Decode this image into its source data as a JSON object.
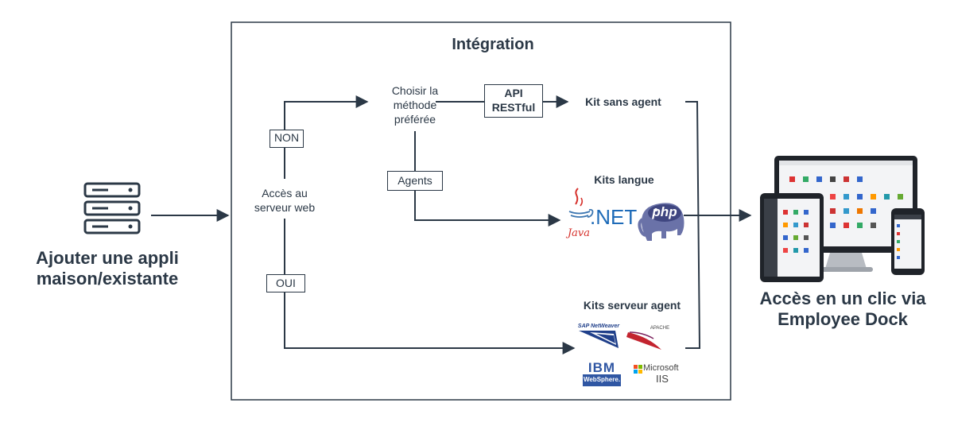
{
  "source": {
    "label": "Ajouter une appli maison/existante"
  },
  "integration": {
    "title": "Intégration",
    "decision": "Accès au serveur web",
    "choose_method": "Choisir la méthode préférée",
    "no_label": "NON",
    "yes_label": "OUI",
    "api_label": "API RESTful",
    "agents_label": "Agents",
    "kit_agentless": "Kit sans agent",
    "kits_language": "Kits langue",
    "kits_server_agent": "Kits serveur agent"
  },
  "logos": {
    "java": "Java",
    "dotnet": ".NET",
    "php": "php",
    "sap": "SAP NetWeaver",
    "apache": "APACHE",
    "ibm": "IBM",
    "websphere": "WebSphere.",
    "microsoft": "Microsoft",
    "iis": "IIS"
  },
  "target": {
    "label": "Accès en un clic via Employee Dock"
  },
  "colors": {
    "ink": "#2b3846",
    "java_red": "#d6312c",
    "java_blue": "#3a75b0",
    "dotnet_blue": "#1e6bb8",
    "php_purple": "#6a72a8",
    "sap_blue": "#1f3f8a",
    "apache_red": "#c3242f",
    "ibm_blue": "#2f56a3"
  }
}
